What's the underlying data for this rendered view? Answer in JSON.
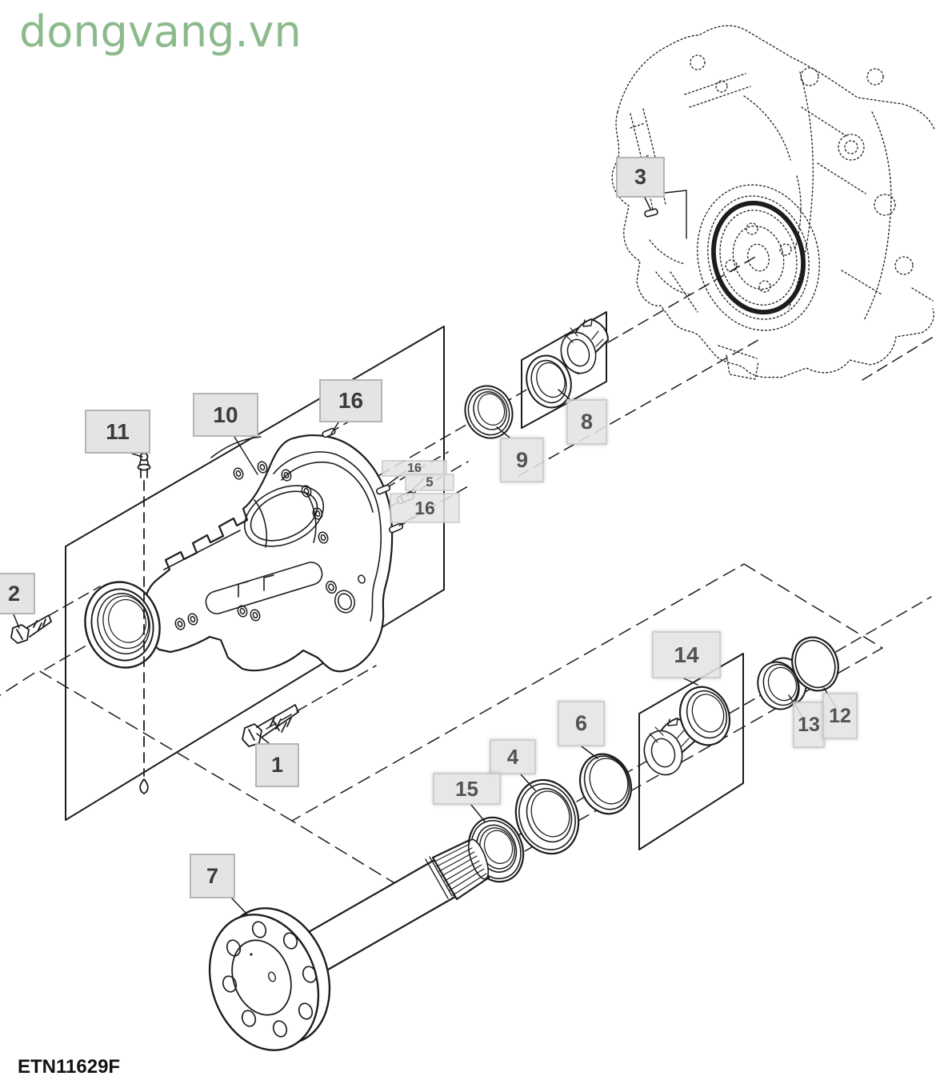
{
  "watermark": {
    "text": "dongvang.vn"
  },
  "figure_code": "ETN11629F",
  "colors": {
    "watermark_green": "#8cba8c",
    "line": "#1c1c1c",
    "label_bg": "#e4e4e4",
    "label_border": "#b5b5b5",
    "label_text": "#3b3b3b"
  },
  "diagram": {
    "type": "exploded-parts-diagram",
    "subject": "axle housing, shaft, bearings and seals with engine block reference"
  },
  "callouts": [
    {
      "number": "3"
    },
    {
      "number": "10"
    },
    {
      "number": "16"
    },
    {
      "number": "11"
    },
    {
      "number": "16"
    },
    {
      "number": "5"
    },
    {
      "number": "16"
    },
    {
      "number": "2"
    },
    {
      "number": "9"
    },
    {
      "number": "8"
    },
    {
      "number": "14"
    },
    {
      "number": "13"
    },
    {
      "number": "12"
    },
    {
      "number": "6"
    },
    {
      "number": "4"
    },
    {
      "number": "15"
    },
    {
      "number": "1"
    },
    {
      "number": "7"
    }
  ]
}
